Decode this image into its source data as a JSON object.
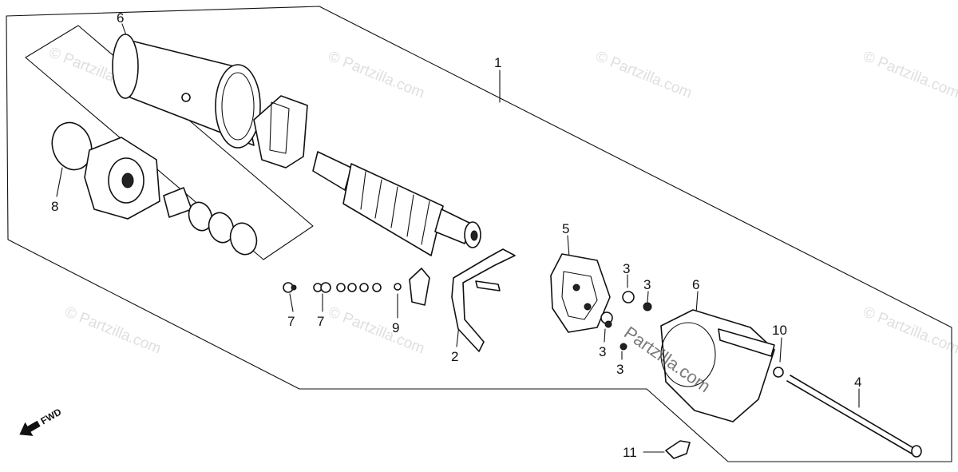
{
  "diagram": {
    "callouts": {
      "c1": "1",
      "c2": "2",
      "c3a": "3",
      "c3b": "3",
      "c3c": "3",
      "c3d": "3",
      "c4": "4",
      "c5": "5",
      "c6a": "6",
      "c6b": "6",
      "c7a": "7",
      "c7b": "7",
      "c8": "8",
      "c9": "9",
      "c10": "10",
      "c11": "11"
    },
    "fwd_label": "FWD",
    "watermarks": {
      "w1": "© Partzilla.com",
      "w2": "© Partzilla.com",
      "w3": "© Partzilla.com",
      "w4": "© Partzilla.com",
      "w5": "© Partzilla.com",
      "w6": "© Partzilla.com",
      "w7": "© Partzilla.com",
      "w8": "Partzilla.com"
    }
  }
}
